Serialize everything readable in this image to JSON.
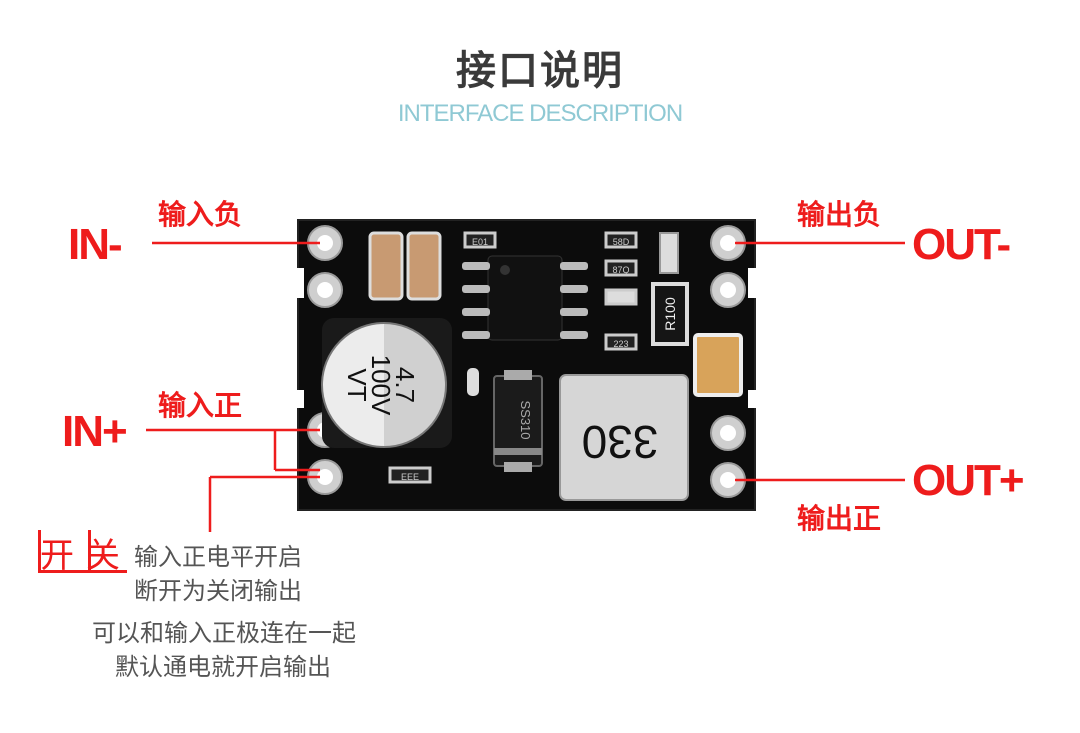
{
  "title": "接口说明",
  "subtitle": "INTERFACE DESCRIPTION",
  "pins": {
    "in_minus": {
      "pin": "IN-",
      "label": "输入负"
    },
    "in_plus": {
      "pin": "IN+",
      "label": "输入正"
    },
    "out_minus": {
      "pin": "OUT-",
      "label": "输出负"
    },
    "out_plus": {
      "pin": "OUT+",
      "label": "输出正"
    }
  },
  "switch": {
    "label": "开关",
    "desc_line1": "输入正电平开启",
    "desc_line2": "断开为关闭输出",
    "note_line1": "可以和输入正极连在一起",
    "note_line2": "默认通电就开启输出"
  },
  "board": {
    "capacitor_line1": "4.7",
    "capacitor_line2": "100V",
    "capacitor_line3": "VT",
    "inductor": "330",
    "diode": "SS310",
    "resistor": "R100",
    "smd_1": "E01",
    "smd_2": "58D",
    "smd_3": "87Q",
    "smd_4": "223",
    "smd_5": "EEE"
  },
  "colors": {
    "accent_red": "#ee1c1c",
    "board": "#0d0d0d",
    "subtitle": "#8fc9d4"
  }
}
